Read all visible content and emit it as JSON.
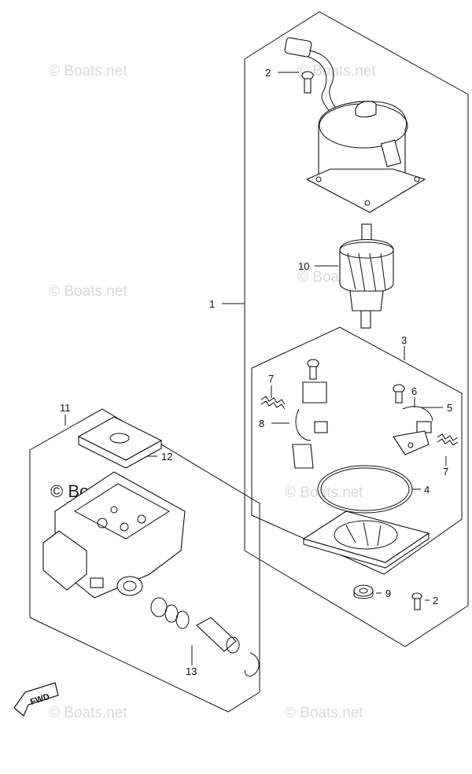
{
  "watermark": {
    "brand": "© Boats.net"
  },
  "callouts": {
    "c1": "1",
    "c2_top": "2",
    "c2_bottom": "2",
    "c3": "3",
    "c4": "4",
    "c5": "5",
    "c6": "6",
    "c7_left": "7",
    "c7_right": "7",
    "c8": "8",
    "c9": "9",
    "c10": "10",
    "c11": "11",
    "c12": "12",
    "c13": "13"
  },
  "fwd_label": "FWD"
}
